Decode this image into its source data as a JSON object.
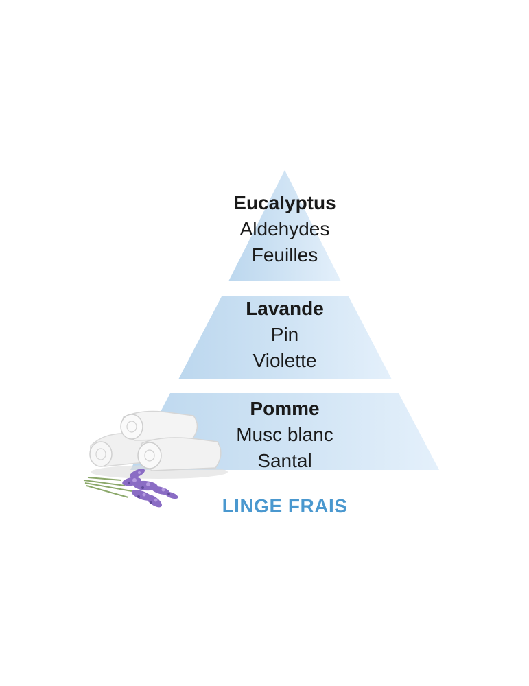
{
  "pyramid": {
    "top": {
      "head": "Eucalyptus",
      "notes": [
        "Aldehydes",
        "Feuilles"
      ]
    },
    "middle": {
      "head": "Lavande",
      "notes": [
        "Pin",
        "Violette"
      ]
    },
    "bottom": {
      "head": "Pomme",
      "notes": [
        "Musc blanc",
        "Santal"
      ]
    }
  },
  "fragrance_name": "LINGE FRAIS",
  "colors": {
    "tier_light": "#e4f0fb",
    "tier_mid": "#cfe3f4",
    "tier_dark": "#bcd7ee",
    "title": "#4a98cf",
    "text": "#1a1a1a"
  },
  "illustration": {
    "icon": "towels-and-lavender-icon"
  }
}
